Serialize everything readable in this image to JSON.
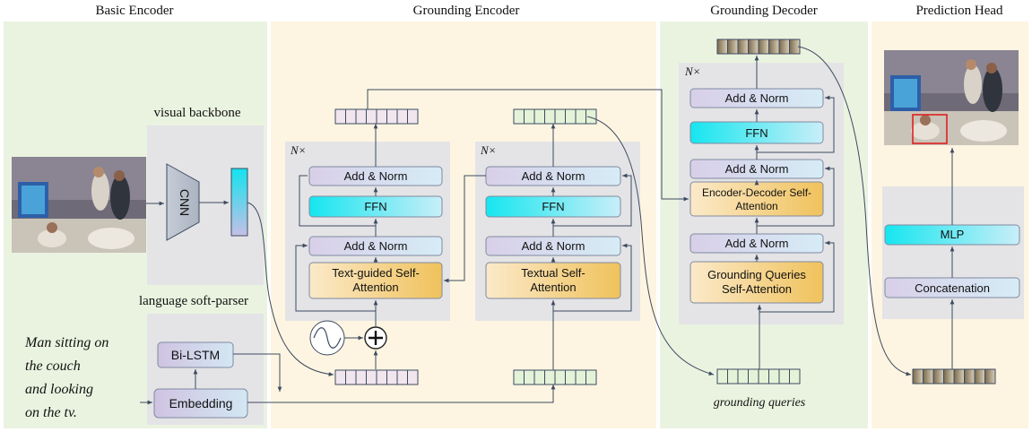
{
  "sections": {
    "basic_encoder": "Basic Encoder",
    "grounding_encoder": "Grounding Encoder",
    "grounding_decoder": "Grounding Decoder",
    "prediction_head": "Prediction Head"
  },
  "basic": {
    "visual_backbone": "visual backbone",
    "cnn": "CNN",
    "language_soft_parser": "language soft-parser",
    "bilstm": "Bi-LSTM",
    "embedding": "Embedding",
    "query_lines": [
      "Man sitting on",
      "the couch",
      "and looking",
      "on the tv."
    ]
  },
  "encoder_left": {
    "repeat": "N×",
    "add_norm_top": "Add & Norm",
    "ffn": "FFN",
    "add_norm_bottom": "Add & Norm",
    "attention_line1": "Text-guided Self-",
    "attention_line2": "Attention"
  },
  "encoder_right": {
    "repeat": "N×",
    "add_norm_top": "Add & Norm",
    "ffn": "FFN",
    "add_norm_bottom": "Add & Norm",
    "attention_line1": "Textual Self-",
    "attention_line2": "Attention"
  },
  "decoder": {
    "repeat": "N×",
    "add_norm_1": "Add & Norm",
    "ffn": "FFN",
    "add_norm_2": "Add & Norm",
    "cross_attention_line1": "Encoder-Decoder Self-",
    "cross_attention_line2": "Attention",
    "add_norm_3": "Add & Norm",
    "query_attention_line1": "Grounding Queries",
    "query_attention_line2": "Self-Attention",
    "grounding_queries": "grounding queries"
  },
  "head": {
    "mlp": "MLP",
    "concatenation": "Concatenation"
  },
  "colors": {
    "panel_green": "#eaf3e0",
    "panel_yellow": "#fdf5e1",
    "gray_block": "#e4e4e6",
    "addnorm_fill": "#ddd8ec",
    "ffn_cyan": "#22e6ee",
    "attention_orange": "#f2c870",
    "token_pink": "#f1e5ee",
    "token_green": "#e4f3d8",
    "token_brown": "#9a8a6c",
    "arrow": "#3d4a60",
    "bbox_red": "#e02020"
  },
  "icons": [
    "positional-encoding-wave-icon",
    "add-circle-icon",
    "scene-photo",
    "scene-photo-with-box"
  ]
}
